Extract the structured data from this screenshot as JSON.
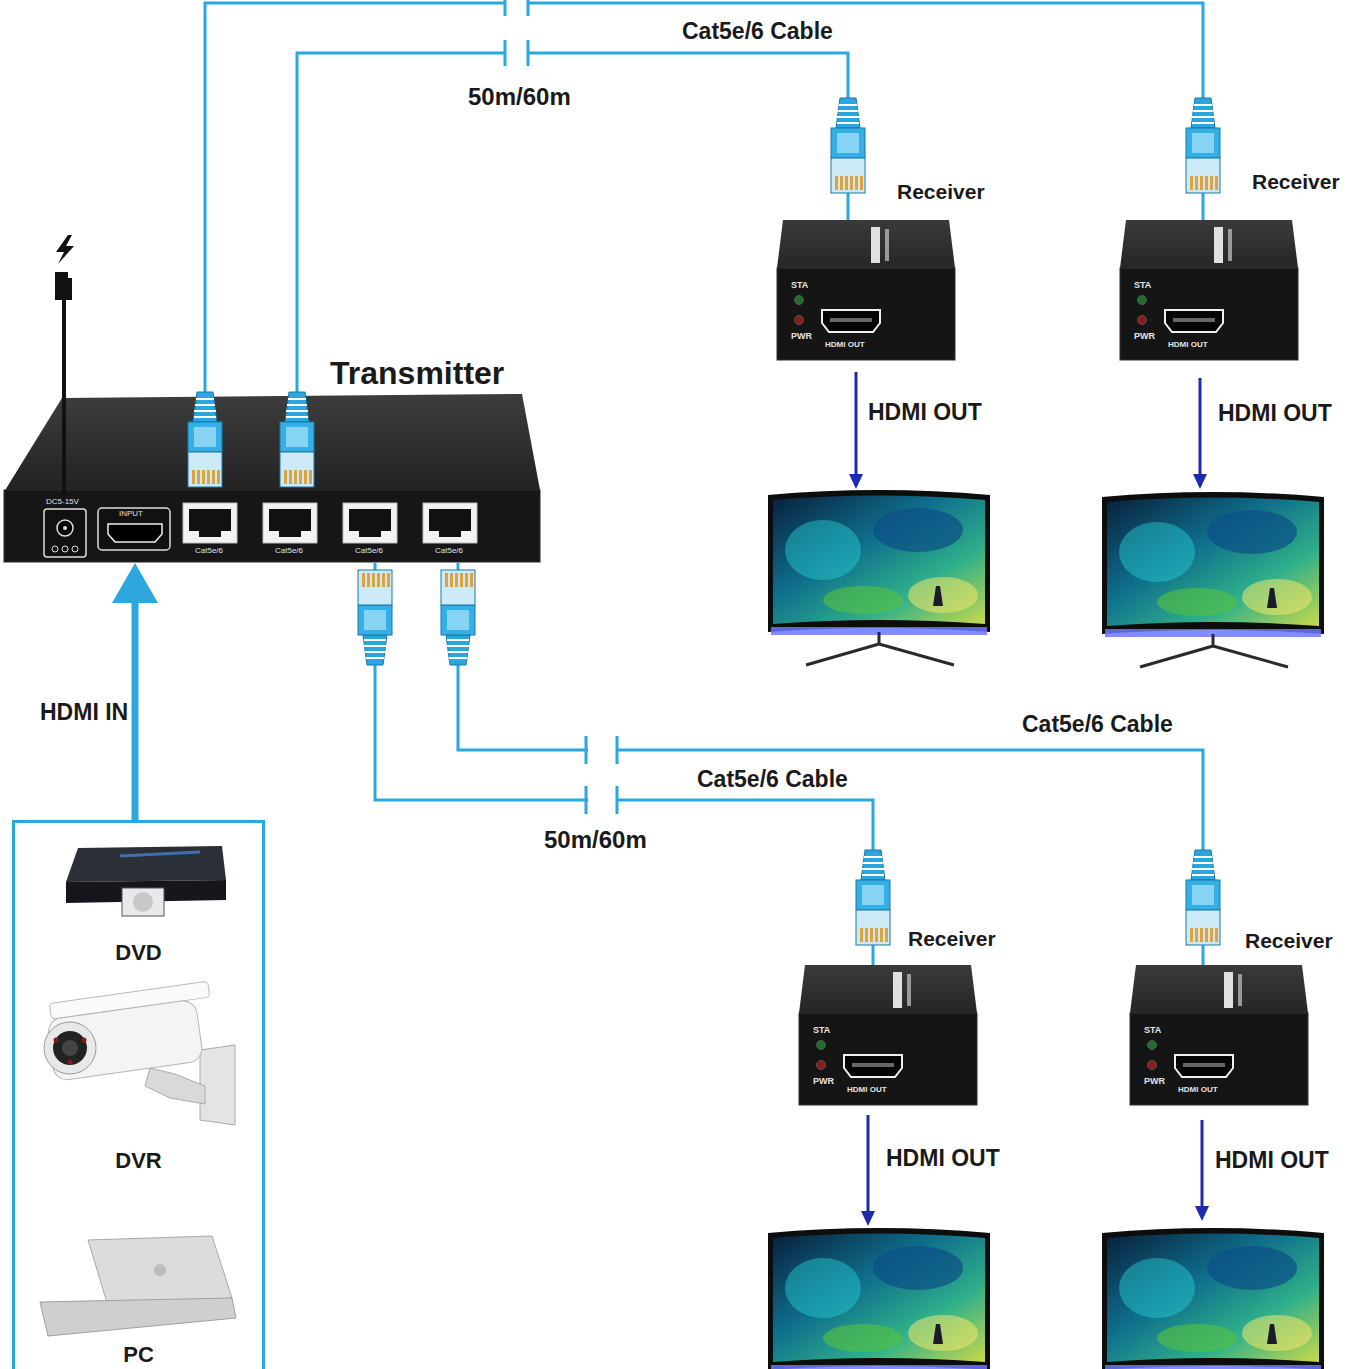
{
  "diagram": {
    "nodes": [
      {
        "text": [
          "Transmitter",
          "DC5-15V",
          "INPUT",
          "Cat5e/6",
          "Cat5e/6",
          "Cat5e/6",
          "Cat5e/6"
        ]
      },
      {
        "text": [
          "Receiver",
          "STA",
          "PWR",
          "HDMI OUT"
        ]
      },
      {
        "text": [
          "Receiver",
          "STA",
          "PWR",
          "HDMI OUT"
        ]
      },
      {
        "text": [
          "Receiver",
          "STA",
          "PWR",
          "HDMI OUT"
        ]
      },
      {
        "text": [
          "Receiver",
          "STA",
          "PWR",
          "HDMI OUT"
        ]
      },
      {
        "text": [
          "DVD",
          "DVR",
          "PC"
        ]
      }
    ],
    "edges": [
      {
        "from": 0,
        "to": 2,
        "arrow": "none"
      },
      {
        "from": 0,
        "to": 1,
        "label": "Cat5e/6 Cable",
        "arrow": "none"
      },
      {
        "from": 0,
        "to": 3,
        "label": "Cat5e/6 Cable",
        "arrow": "none"
      },
      {
        "from": 0,
        "to": 4,
        "label": "Cat5e/6 Cable",
        "arrow": "none"
      },
      {
        "from": 5,
        "to": 0,
        "label": "HDMI IN",
        "arrow": "to"
      }
    ],
    "labels": [
      "50m/60m",
      "HDMI OUT",
      "HDMI OUT",
      "50m/60m",
      "HDMI OUT",
      "HDMI OUT"
    ]
  }
}
